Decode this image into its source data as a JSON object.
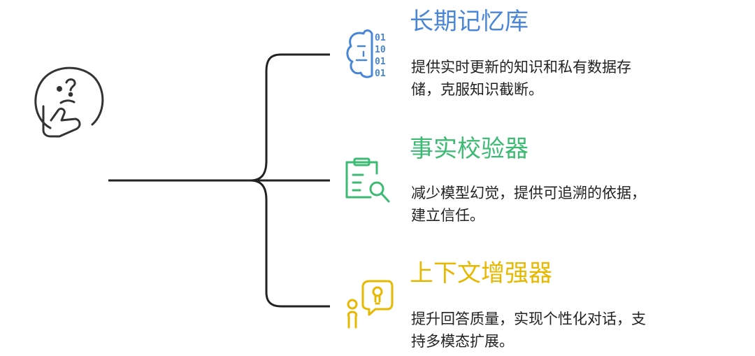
{
  "thinker": {
    "icon": "thinking-face-icon"
  },
  "branches": [
    {
      "title": "长期记忆库",
      "description": "提供实时更新的知识和私有数据存\n储，克服知识截断。",
      "icon": "binary-brain-icon",
      "color": "#4a86d8"
    },
    {
      "title": "事实校验器",
      "description": "减少模型幻觉，提供可追溯的依据，\n建立信任。",
      "icon": "clipboard-search-icon",
      "color": "#3dba73"
    },
    {
      "title": "上下文增强器",
      "description": "提升回答质量，实现个性化对话，支\n持多模态扩展。",
      "icon": "person-idea-icon",
      "color": "#e6b800"
    }
  ]
}
